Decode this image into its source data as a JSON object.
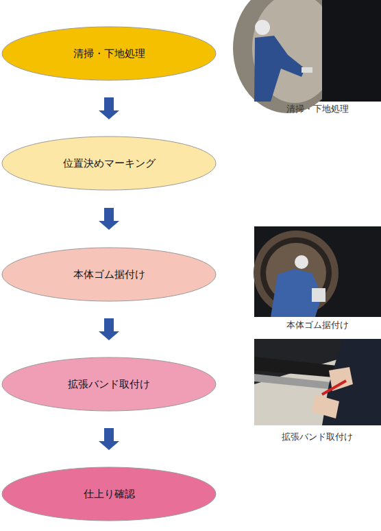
{
  "diagram": {
    "nodes": [
      {
        "text": [
          "清掃・下地処理"
        ]
      },
      {
        "text": [
          "位置決めマーキング"
        ]
      },
      {
        "text": [
          "本体ゴム据付け"
        ]
      },
      {
        "text": [
          "拡張バンド取付け"
        ]
      },
      {
        "text": [
          "仕上り確認"
        ]
      }
    ],
    "edges": [
      {
        "from": 0,
        "to": 1,
        "arrow": "to"
      },
      {
        "from": 1,
        "to": 2,
        "arrow": "to"
      },
      {
        "from": 2,
        "to": 3,
        "arrow": "to"
      },
      {
        "from": 3,
        "to": 4,
        "arrow": "to"
      }
    ],
    "labels": [
      "清掃・下地処理",
      "本体ゴム据付け",
      "拡張バンド取付け"
    ]
  }
}
